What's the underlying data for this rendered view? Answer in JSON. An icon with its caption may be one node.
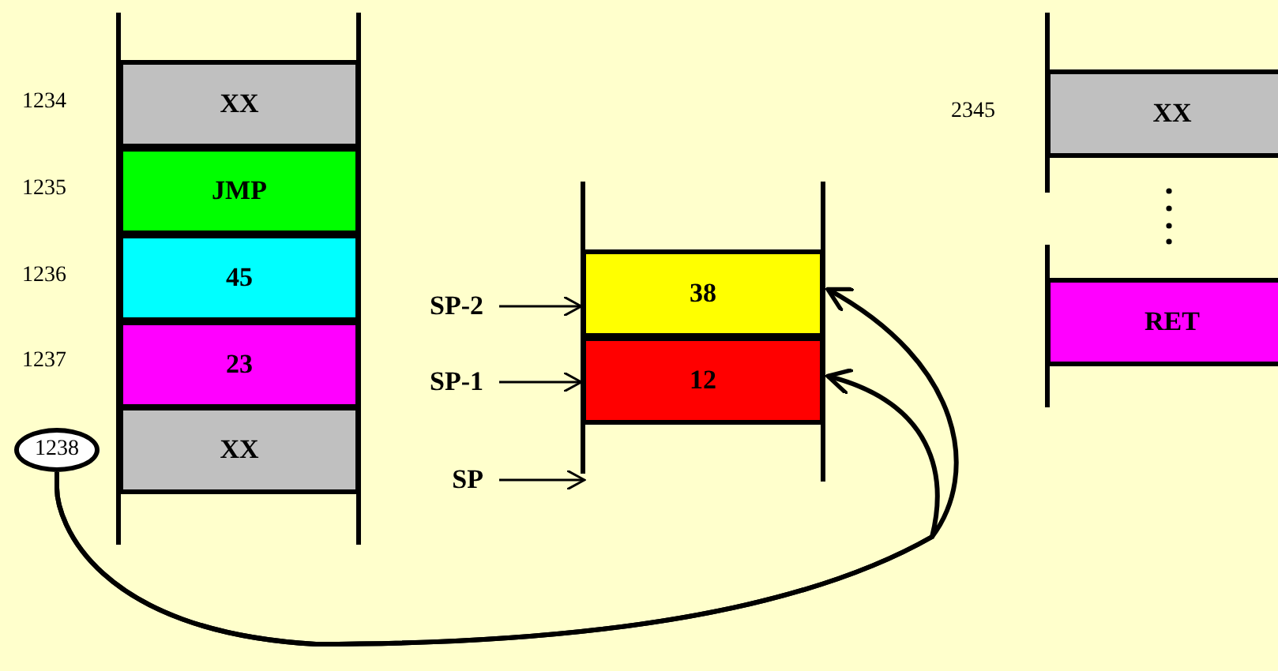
{
  "diagram": {
    "nodes": [
      {
        "text": [
          "XX"
        ],
        "beside": [
          "1234"
        ]
      },
      {
        "text": [
          "JMP"
        ],
        "beside": [
          "1235"
        ]
      },
      {
        "text": [
          "45"
        ],
        "beside": [
          "1236"
        ]
      },
      {
        "text": [
          "23"
        ],
        "beside": [
          "1237"
        ]
      },
      {
        "text": [
          "XX"
        ]
      },
      {
        "text": [
          "1238"
        ]
      },
      {
        "text": [
          "38"
        ]
      },
      {
        "text": [
          "12"
        ]
      },
      {
        "text": [
          "XX"
        ],
        "beside": [
          "2345"
        ]
      },
      {
        "text": [
          "RET"
        ]
      },
      {
        "text": [
          "SP-2"
        ]
      },
      {
        "text": [
          "SP-1"
        ]
      },
      {
        "text": [
          "SP"
        ]
      }
    ],
    "edges": [
      {
        "from": 10,
        "to": 6,
        "arrow": "to"
      },
      {
        "from": 11,
        "to": 7,
        "arrow": "to"
      },
      {
        "from": 12,
        "to": null,
        "arrow": "to"
      },
      {
        "from": 5,
        "to": 6,
        "arrow": "to",
        "style": "thick"
      },
      {
        "from": 5,
        "to": 7,
        "arrow": "to",
        "style": "thick"
      }
    ]
  }
}
